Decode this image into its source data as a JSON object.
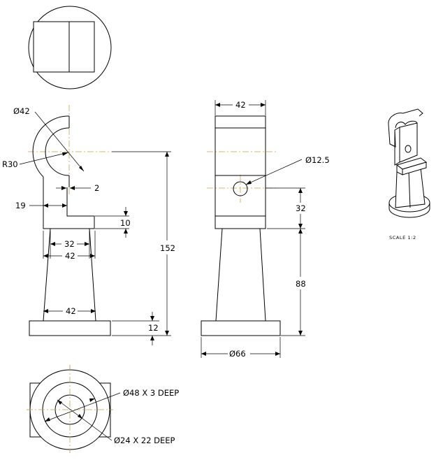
{
  "drawing": {
    "colors": {
      "line": "#000000",
      "centerline": "#c9a44a",
      "background": "#ffffff"
    },
    "front_view": {
      "dims": {
        "arc_dia": "Ø42",
        "radius": "R30",
        "wall_gap": "2",
        "offset": "19",
        "step_height": "10",
        "inner_width": "32",
        "outer_width": "42",
        "overall_height": "152",
        "bottom_width": "42",
        "base_height": "12"
      }
    },
    "side_view": {
      "dims": {
        "top_width": "42",
        "hole_dia": "Ø12.5",
        "hole_height": "32",
        "post_height": "88",
        "base_dia": "Ø66"
      }
    },
    "bottom_view": {
      "dims": {
        "counterbore": "Ø48 X 3 DEEP",
        "bore": "Ø24 X 22 DEEP"
      }
    },
    "iso_view": {
      "scale_label": "SCALE  1:2"
    }
  }
}
